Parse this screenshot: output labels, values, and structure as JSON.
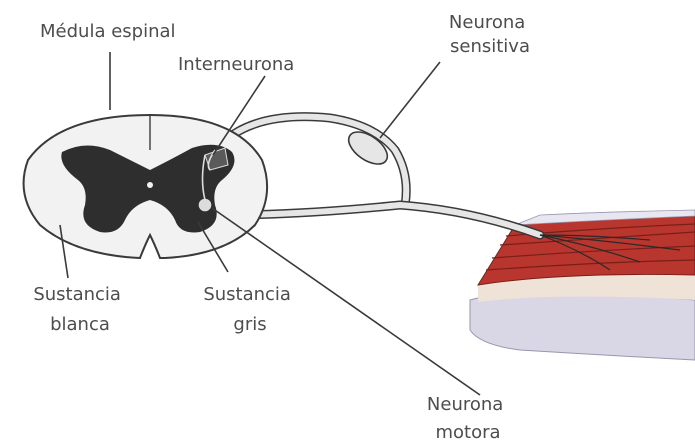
{
  "labels": {
    "medula_espinal": "Médula espinal",
    "interneurona": "Interneurona",
    "neurona_sensitiva": [
      "Neurona",
      "sensitiva"
    ],
    "sustancia_blanca": [
      "Sustancia",
      "blanca"
    ],
    "sustancia_gris": [
      "Sustancia",
      "gris"
    ],
    "neurona_motora": [
      "Neurona",
      "motora"
    ]
  },
  "colors": {
    "white_matter": "#f2f2f2",
    "grey_matter": "#2e2e2e",
    "muscle": "#b8362e",
    "muscle_dark": "#7a1e18",
    "skin": "#d9d6e6",
    "nerve": "#e6e6e6",
    "outline": "#3a3a3a"
  }
}
